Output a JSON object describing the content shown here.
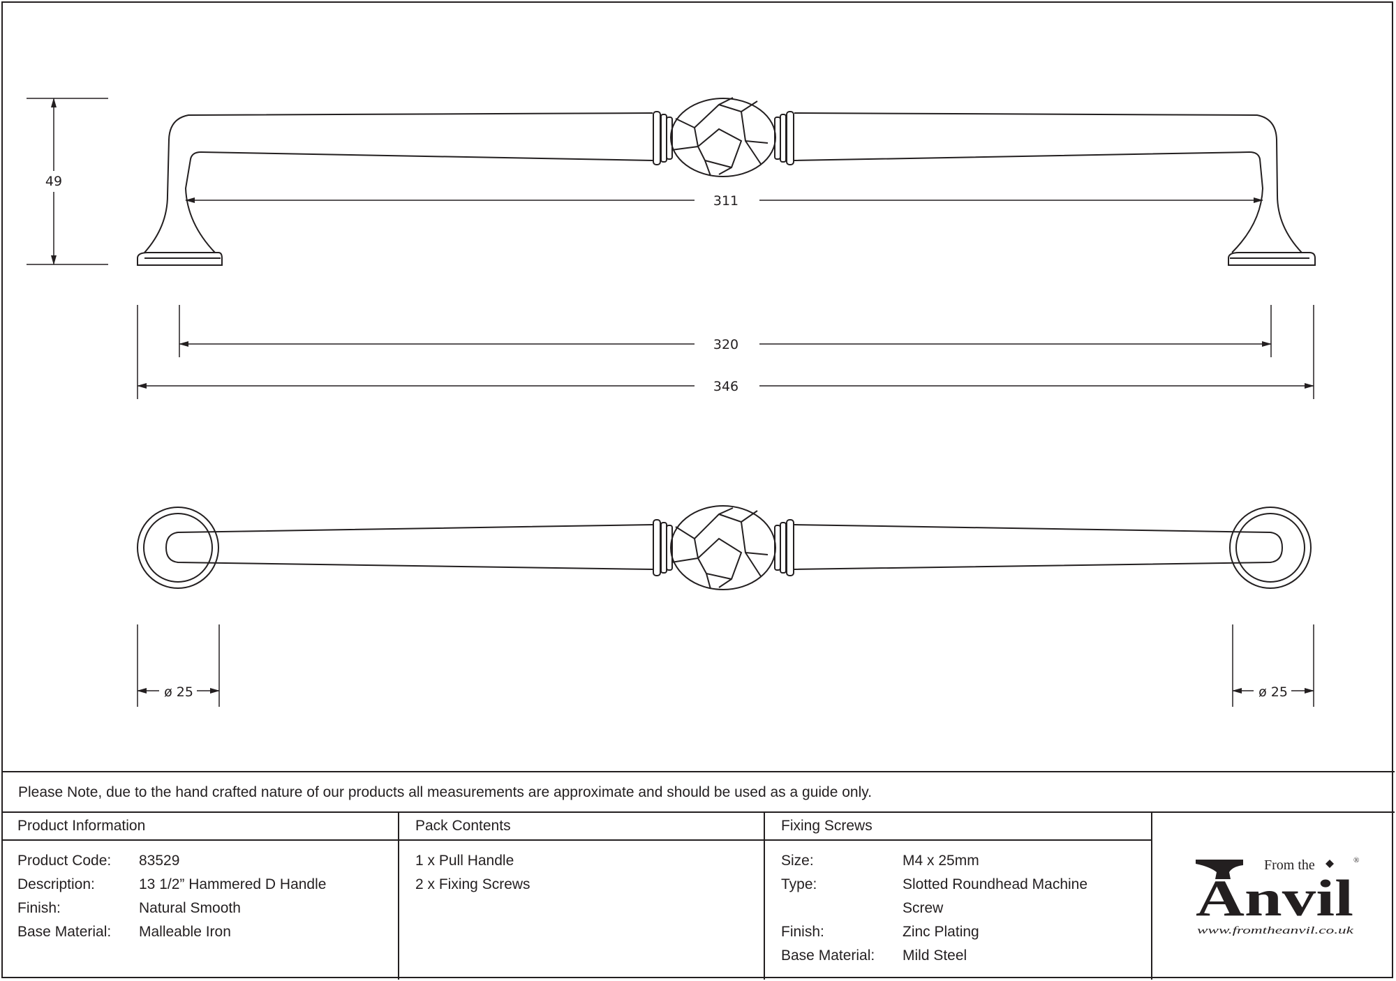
{
  "dimensions": {
    "height": "49",
    "inner_width": "311",
    "centres": "320",
    "overall": "346",
    "rose_left": "ø 25",
    "rose_right": "ø 25"
  },
  "note": "Please Note, due to the hand crafted nature of our products all measurements are approximate and should be used as a guide only.",
  "product_info": {
    "heading": "Product Information",
    "rows": [
      {
        "label": "Product Code:",
        "value": "83529"
      },
      {
        "label": "Description:",
        "value": "13 1/2” Hammered D Handle"
      },
      {
        "label": "Finish:",
        "value": "Natural Smooth"
      },
      {
        "label": "Base Material:",
        "value": "Malleable Iron"
      }
    ]
  },
  "pack_contents": {
    "heading": "Pack Contents",
    "items": [
      "1 x Pull Handle",
      "2 x Fixing Screws"
    ]
  },
  "fixing_screws": {
    "heading": "Fixing Screws",
    "rows": [
      {
        "label": "Size:",
        "value": "M4 x 25mm"
      },
      {
        "label": "Type:",
        "value": "Slotted Roundhead Machine Screw"
      },
      {
        "label": "Finish:",
        "value": "Zinc Plating"
      },
      {
        "label": "Base Material:",
        "value": "Mild Steel"
      }
    ]
  },
  "logo": {
    "from_the": "From the",
    "brand": "Anvil",
    "registered": "®",
    "url": "www.fromtheanvil.co.uk"
  }
}
